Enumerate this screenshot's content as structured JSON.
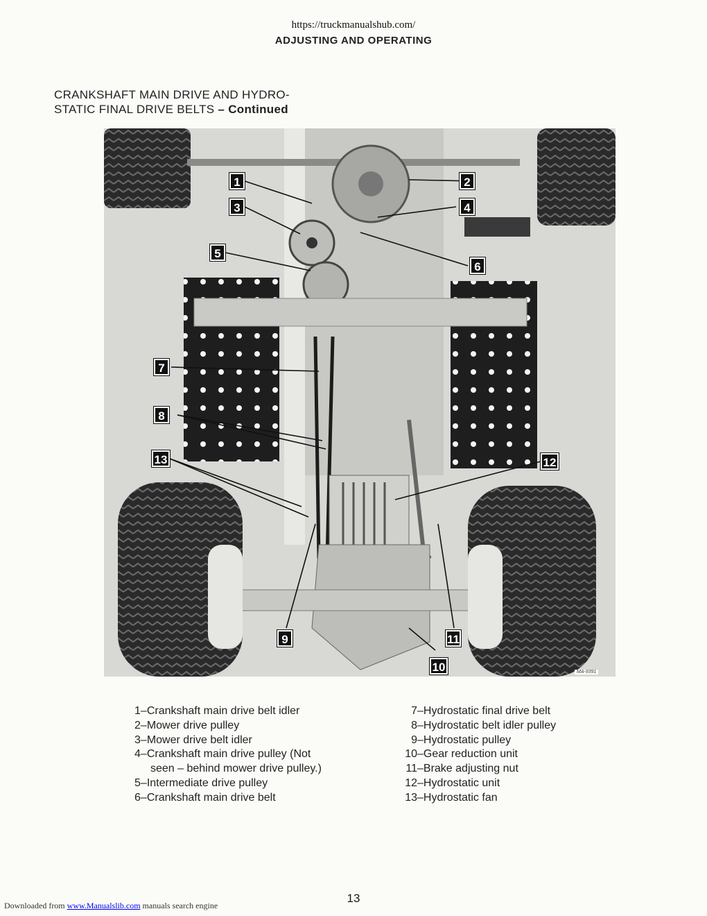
{
  "top_url": "https://truckmanualshub.com/",
  "header": "ADJUSTING AND OPERATING",
  "title": {
    "line1": "CRANKSHAFT  MAIN  DRIVE  AND  HYDRO-",
    "line2_main": "STATIC FINAL DRIVE BELTS",
    "line2_cont": " – Continued"
  },
  "figure": {
    "code": "MA-9391",
    "markers": [
      "1",
      "2",
      "3",
      "4",
      "5",
      "6",
      "7",
      "8",
      "9",
      "10",
      "11",
      "12",
      "13"
    ]
  },
  "legend_left": [
    {
      "num": "1",
      "text": "Crankshaft main drive belt idler"
    },
    {
      "num": "2",
      "text": "Mower drive pulley"
    },
    {
      "num": "3",
      "text": "Mower drive belt idler"
    },
    {
      "num": "4",
      "text": "Crankshaft main drive pulley (Not"
    },
    {
      "num": "",
      "text": "seen – behind mower drive pulley.)"
    },
    {
      "num": "5",
      "text": "Intermediate drive pulley"
    },
    {
      "num": "6",
      "text": "Crankshaft main drive belt"
    }
  ],
  "legend_right": [
    {
      "num": "7",
      "text": "Hydrostatic final drive belt"
    },
    {
      "num": "8",
      "text": "Hydrostatic belt idler pulley"
    },
    {
      "num": "9",
      "text": "Hydrostatic pulley"
    },
    {
      "num": "10",
      "text": "Gear reduction unit"
    },
    {
      "num": "11",
      "text": "Brake adjusting nut"
    },
    {
      "num": "12",
      "text": "Hydrostatic unit"
    },
    {
      "num": "13",
      "text": "Hydrostatic fan"
    }
  ],
  "page_number": "13",
  "footer": {
    "prefix": "Downloaded from ",
    "link": "www.Manualslib.com",
    "suffix": "  manuals search engine"
  }
}
